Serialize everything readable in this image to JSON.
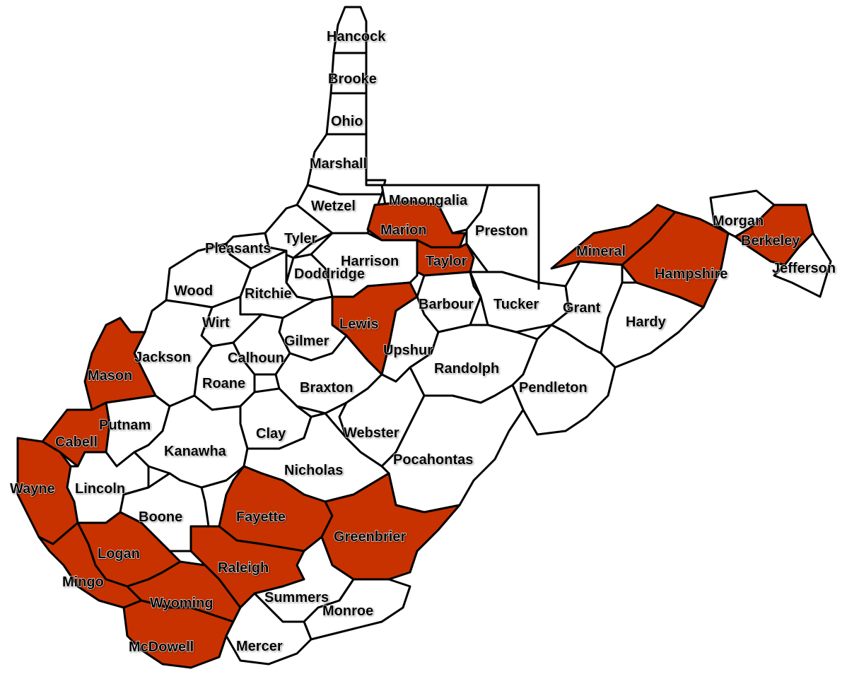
{
  "map": {
    "highlight_color": "#c83200",
    "base_color": "#ffffff",
    "border_color": "#000000",
    "counties": [
      {
        "id": "hancock",
        "label": "Hancock",
        "highlighted": false
      },
      {
        "id": "brooke",
        "label": "Brooke",
        "highlighted": false
      },
      {
        "id": "ohio",
        "label": "Ohio",
        "highlighted": false
      },
      {
        "id": "marshall",
        "label": "Marshall",
        "highlighted": false
      },
      {
        "id": "wetzel",
        "label": "Wetzel",
        "highlighted": false
      },
      {
        "id": "monongalia",
        "label": "Monongalia",
        "highlighted": false
      },
      {
        "id": "marion",
        "label": "Marion",
        "highlighted": true
      },
      {
        "id": "preston",
        "label": "Preston",
        "highlighted": false
      },
      {
        "id": "tyler",
        "label": "Tyler",
        "highlighted": false
      },
      {
        "id": "pleasants",
        "label": "Pleasants",
        "highlighted": false
      },
      {
        "id": "harrison",
        "label": "Harrison",
        "highlighted": false
      },
      {
        "id": "taylor",
        "label": "Taylor",
        "highlighted": true
      },
      {
        "id": "doddridge",
        "label": "Doddridge",
        "highlighted": false
      },
      {
        "id": "wood",
        "label": "Wood",
        "highlighted": false
      },
      {
        "id": "ritchie",
        "label": "Ritchie",
        "highlighted": false
      },
      {
        "id": "barbour",
        "label": "Barbour",
        "highlighted": false
      },
      {
        "id": "tucker",
        "label": "Tucker",
        "highlighted": false
      },
      {
        "id": "mineral",
        "label": "Mineral",
        "highlighted": true
      },
      {
        "id": "hampshire",
        "label": "Hampshire",
        "highlighted": true
      },
      {
        "id": "morgan",
        "label": "Morgan",
        "highlighted": false
      },
      {
        "id": "berkeley",
        "label": "Berkeley",
        "highlighted": true
      },
      {
        "id": "jefferson",
        "label": "Jefferson",
        "highlighted": false
      },
      {
        "id": "grant",
        "label": "Grant",
        "highlighted": false
      },
      {
        "id": "hardy",
        "label": "Hardy",
        "highlighted": false
      },
      {
        "id": "wirt",
        "label": "Wirt",
        "highlighted": false
      },
      {
        "id": "lewis",
        "label": "Lewis",
        "highlighted": true
      },
      {
        "id": "gilmer",
        "label": "Gilmer",
        "highlighted": false
      },
      {
        "id": "calhoun",
        "label": "Calhoun",
        "highlighted": false
      },
      {
        "id": "jackson",
        "label": "Jackson",
        "highlighted": false
      },
      {
        "id": "upshur",
        "label": "Upshur",
        "highlighted": false
      },
      {
        "id": "randolph",
        "label": "Randolph",
        "highlighted": false
      },
      {
        "id": "mason",
        "label": "Mason",
        "highlighted": true
      },
      {
        "id": "roane",
        "label": "Roane",
        "highlighted": false
      },
      {
        "id": "braxton",
        "label": "Braxton",
        "highlighted": false
      },
      {
        "id": "pendleton",
        "label": "Pendleton",
        "highlighted": false
      },
      {
        "id": "putnam",
        "label": "Putnam",
        "highlighted": false
      },
      {
        "id": "clay",
        "label": "Clay",
        "highlighted": false
      },
      {
        "id": "webster",
        "label": "Webster",
        "highlighted": false
      },
      {
        "id": "cabell",
        "label": "Cabell",
        "highlighted": true
      },
      {
        "id": "kanawha",
        "label": "Kanawha",
        "highlighted": false
      },
      {
        "id": "pocahontas",
        "label": "Pocahontas",
        "highlighted": false
      },
      {
        "id": "nicholas",
        "label": "Nicholas",
        "highlighted": false
      },
      {
        "id": "wayne",
        "label": "Wayne",
        "highlighted": true
      },
      {
        "id": "lincoln",
        "label": "Lincoln",
        "highlighted": false
      },
      {
        "id": "boone",
        "label": "Boone",
        "highlighted": false
      },
      {
        "id": "fayette",
        "label": "Fayette",
        "highlighted": true
      },
      {
        "id": "greenbrier",
        "label": "Greenbrier",
        "highlighted": true
      },
      {
        "id": "logan",
        "label": "Logan",
        "highlighted": true
      },
      {
        "id": "raleigh",
        "label": "Raleigh",
        "highlighted": true
      },
      {
        "id": "mingo",
        "label": "Mingo",
        "highlighted": true
      },
      {
        "id": "summers",
        "label": "Summers",
        "highlighted": false
      },
      {
        "id": "wyoming",
        "label": "Wyoming",
        "highlighted": true
      },
      {
        "id": "monroe",
        "label": "Monroe",
        "highlighted": false
      },
      {
        "id": "mcdowell",
        "label": "McDowell",
        "highlighted": true
      },
      {
        "id": "mercer",
        "label": "Mercer",
        "highlighted": false
      }
    ]
  }
}
